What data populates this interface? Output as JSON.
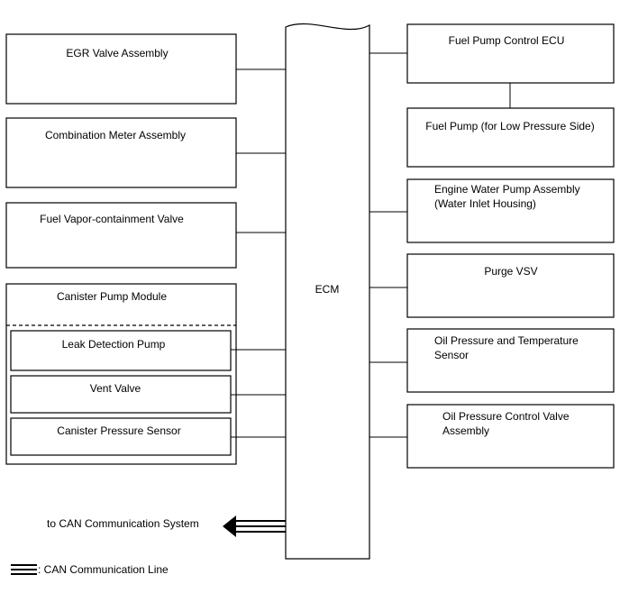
{
  "ecm": {
    "label": "ECM"
  },
  "left_components": [
    {
      "label": "EGR Valve Assembly"
    },
    {
      "label": "Combination Meter Assembly"
    },
    {
      "label": "Fuel Vapor-containment Valve"
    }
  ],
  "canister_module": {
    "title": "Canister Pump Module",
    "sub_components": [
      {
        "label": "Leak Detection Pump"
      },
      {
        "label": "Vent Valve"
      },
      {
        "label": "Canister Pressure Sensor"
      }
    ]
  },
  "right_components": [
    {
      "label": "Fuel Pump Control ECU"
    },
    {
      "label": "Fuel Pump (for Low Pressure Side)"
    },
    {
      "label_line1": "Engine Water Pump Assembly",
      "label_line2": "(Water Inlet Housing)"
    },
    {
      "label": "Purge VSV"
    },
    {
      "label_line1": "Oil Pressure and Temperature",
      "label_line2": "Sensor"
    },
    {
      "label_line1": "Oil Pressure Control Valve",
      "label_line2": "Assembly"
    }
  ],
  "can": {
    "arrow_label": "to CAN Communication System",
    "legend_label": ": CAN Communication Line"
  },
  "colors": {
    "line": "#000000",
    "background": "#ffffff"
  }
}
